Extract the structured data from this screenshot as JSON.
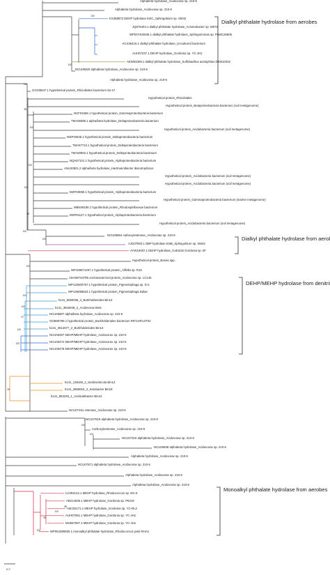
{
  "colors": {
    "branch": "#3a3a3a",
    "blue": "#2f62d6",
    "red": "#cf2b40",
    "orange": "#f08a1c",
    "olive": "#8a8a2a",
    "purple": "#9457b8",
    "cyan": "#3a9dd6"
  },
  "leaves": [
    {
      "id": "l0",
      "label": "Alphabeta hydrolase_Acidovorax sp. 210-6"
    },
    {
      "id": "l1",
      "label": "Alphabeta hydrolase_Acidovorax sp. 210-6"
    },
    {
      "id": "l2",
      "label": "KX358872 DEHP hydrolase EstC_Sphingobium sp. SM42"
    },
    {
      "id": "l3",
      "label": "JQ675404.1 dialkyl phthalate hydrolase_Acinetobacter sp. M673"
    },
    {
      "id": "l4",
      "label": "WP037402845.1 dialkyl phthalate hydrolase_Sphingomonas sp. PAMC26605"
    },
    {
      "id": "l5",
      "label": "KC436416.1 dialkyl phthalate hydrolase_Uncultured bacterium"
    },
    {
      "id": "l6",
      "label": "AUH07237.1 DEHP hydrolase_Gordonia sp. YC-JH1"
    },
    {
      "id": "l7",
      "label": "AEW03309.1 dialkyl phthalate hydrolase_Sulfobacillus acidophilus DSM10332"
    },
    {
      "id": "l8",
      "label": "NCU05920 alphabeta hydrolase_Acidovorax sp. 210-6"
    },
    {
      "id": "l9",
      "label": "Alphabeta hydrolase_Acidovorax sp. 210-6"
    },
    {
      "id": "l10",
      "label": "OJV05847.1 hypothetical protein_Rhizobiales bacterium 62-47"
    },
    {
      "id": "l11",
      "label": "Hypothetical protein_Rhizobiales"
    },
    {
      "id": "l12",
      "label": "Hypothetical protein_Betaproteobacteria bacterium (soil metagenome)"
    },
    {
      "id": "l13",
      "label": "NCF01565.1 hypothetical protein_Gammaproteobacteria bacterium"
    },
    {
      "id": "l14",
      "label": "TMA06089.1 alpha/beta hydrolase_Deltaproteobacteria bacterium"
    },
    {
      "id": "l15",
      "label": "Hypothetical protein_Acidobacteria bacterium (soil metagenome)"
    },
    {
      "id": "l16",
      "label": "MSP40846.1 hypothetical protein_Deltaproteobacteria bacterium"
    },
    {
      "id": "l17",
      "label": "TMA57710.1 hypothetical protein_Deltaproteobacteria bacterium"
    },
    {
      "id": "l18",
      "label": "TMA00903.1 hypothetical protein_Deltaproteobacteria bacterium"
    },
    {
      "id": "l19",
      "label": "NQA67101.1 hypothetical protein_Alphaproteobacteria bacterium"
    },
    {
      "id": "l20",
      "label": "ANA20821.2 alpha/beta hydrolase_Hartmannibacter diazotrophicus"
    },
    {
      "id": "l21",
      "label": "Hypothetical protein_Acidobacteria bacterium (soil metagenome)"
    },
    {
      "id": "l22",
      "label": "Hypothetical protein_Acidobacteria bacterium (soil metagenome)"
    },
    {
      "id": "l23",
      "label": "MSP49080.1 hypothetical protein_Alphaproteobacteria bacterium"
    },
    {
      "id": "l24",
      "label": "Hypothetical protein_Gammaproteobacteria bacterium (marine metagenome)"
    },
    {
      "id": "l25",
      "label": "MBN48180.1 hypothetical protein_Rhodospirillaceae bacterium"
    },
    {
      "id": "l26",
      "label": "MSP91127.1 hypothetical protein_Alphaproteobacteria bacterium"
    },
    {
      "id": "l27",
      "label": "Hypothetical protein_Acidobacteria bacterium (soil metagenome)"
    },
    {
      "id": "l28",
      "label": "NCU06864 carboxylesterase_Acidovorax sp. 210-6"
    },
    {
      "id": "l29",
      "label": "AJG07803.1 DBP hydrolase EstB_Sphingobium sp. SM42"
    },
    {
      "id": "l30",
      "label": "AYW19487.1 DEHP hydrolase_GoEst15 Gordonia sp. 5F"
    },
    {
      "id": "l31",
      "label": "Hypothetical protein_Bosea spp."
    },
    {
      "id": "l32",
      "label": "WP159871497.1 hypothetical protein_Afifella sp. R16"
    },
    {
      "id": "l33",
      "label": "ADA59743795 uncharacterized protein_Acidovorax sp. LC145"
    },
    {
      "id": "l34",
      "label": "WP132500757.1 hypothetical protein_Pigmentiphaga sp. D-2"
    },
    {
      "id": "l35",
      "label": "WP136058623.1 hypothetical protein_Pigmentiphaga kullae"
    },
    {
      "id": "l36",
      "label": "k141_6060036_4_Burkholderiales Bin13"
    },
    {
      "id": "l37",
      "label": "k141_3815848_2_Acidovorax Bin6"
    },
    {
      "id": "l38",
      "label": "NCU06807 alpha/beta hydrolase_Acidovorax sp. 210-6"
    },
    {
      "id": "l39",
      "label": "OGB59789.1 hypothetical protein_Burkholderiales bacterium RIFCSPLOT02"
    },
    {
      "id": "l40",
      "label": "k141_2812677_2_Burkholderiales Bin13"
    },
    {
      "id": "l41",
      "label": "NCU05497 DEHP/MEHP hydrolase_Acidovorax sp. 210-6"
    },
    {
      "id": "l42",
      "label": "NCU05472 DEHP/MEHP hydrolase_Acidovorax sp. 210-6"
    },
    {
      "id": "l43",
      "label": "NCU05478 DEHP/MEHP hydrolase_Acidovorax sp. 210-6"
    },
    {
      "id": "l44",
      "label": "k141_138169_2_Sedimenticola Bin14"
    },
    {
      "id": "l45",
      "label": "k141_2855815_2_Ketobacter Bin18"
    },
    {
      "id": "l46",
      "label": "k141_853245_1_Acidicatibacter Bin44"
    },
    {
      "id": "l47",
      "label": "NCU07151 esterase_Acidovorax sp. 210-6"
    },
    {
      "id": "l48",
      "label": "NCU07819 alphabeta hydrolase_Acidovorax sp. 210-6"
    },
    {
      "id": "l49",
      "label": "Carboxylesterase_Acidovorax sp. 210-6"
    },
    {
      "id": "l50",
      "label": "NCU07310 alphabeta hydrolase_Acidovorax sp. 210-6"
    },
    {
      "id": "l51",
      "label": "NCU06838 alphabeta hydrolase_Acidovorax sp. 210-6"
    },
    {
      "id": "l52",
      "label": "Alphabeta hydrolase_Acidovorax sp. 210-6"
    },
    {
      "id": "l53",
      "label": "NCU07871 alphabeta hydrolase_Acidovorax sp. 210-6"
    },
    {
      "id": "l54",
      "label": "Alphabeta hydrolase_Acidovorax sp. 210-6"
    },
    {
      "id": "l55",
      "label": "Alphabeta hydrolase_Acidovorax sp. 210-6"
    },
    {
      "id": "l56",
      "label": "LC094142.1 MEHP hydrolase_Rhodococcus sp. EG-5"
    },
    {
      "id": "l57",
      "label": "AB214635.1 MEHP hydrolase_Gordonia sp. P8219"
    },
    {
      "id": "l58",
      "label": "AMJ32171.1 MEHP hydrolase_Gordonia sp. YC-RL2"
    },
    {
      "id": "l59",
      "label": "AUH07051.1 MEHP hydrolase_Gordonia sp. YC-JH1"
    },
    {
      "id": "l60",
      "label": "MH067097.1 MEHP hydrolase_Gordonia sp. YC-JH1"
    },
    {
      "id": "l61",
      "label": "WP051590830.1 monoalkyl phthalate hydrolase_Rhodococcus jostii RHA1"
    }
  ],
  "annotations": [
    {
      "id": "a0",
      "label": "Dialkyl phthalate hydrolase from aerobes"
    },
    {
      "id": "a1",
      "label": "Dialkyl phthalate hydrolase from aerobes"
    },
    {
      "id": "a2",
      "label": "DEHP/MEHP hydrolase from denitrifying bacteria"
    },
    {
      "id": "a3",
      "label": "Monoalkyl phthalate hydrolase from aerobes"
    }
  ],
  "support_values": [
    {
      "id": "s0",
      "label": "100"
    },
    {
      "id": "s1",
      "label": "100"
    },
    {
      "id": "s2",
      "label": "100"
    },
    {
      "id": "s3",
      "label": "98"
    },
    {
      "id": "s4",
      "label": "100"
    },
    {
      "id": "s5",
      "label": "100"
    },
    {
      "id": "s6",
      "label": "100"
    },
    {
      "id": "s7",
      "label": "99"
    },
    {
      "id": "s8",
      "label": "100"
    },
    {
      "id": "s9",
      "label": "100"
    },
    {
      "id": "s10",
      "label": "100"
    },
    {
      "id": "s11",
      "label": "100"
    },
    {
      "id": "s12",
      "label": "100"
    },
    {
      "id": "s13",
      "label": "97"
    },
    {
      "id": "s14",
      "label": "100"
    },
    {
      "id": "s15",
      "label": "100"
    },
    {
      "id": "s16",
      "label": "99"
    },
    {
      "id": "s17",
      "label": "100"
    },
    {
      "id": "s18",
      "label": "100"
    },
    {
      "id": "s19",
      "label": "88"
    },
    {
      "id": "s20",
      "label": "100"
    },
    {
      "id": "s21",
      "label": "96"
    },
    {
      "id": "s22",
      "label": "100"
    }
  ],
  "scale_bar": {
    "label": "0.2"
  }
}
